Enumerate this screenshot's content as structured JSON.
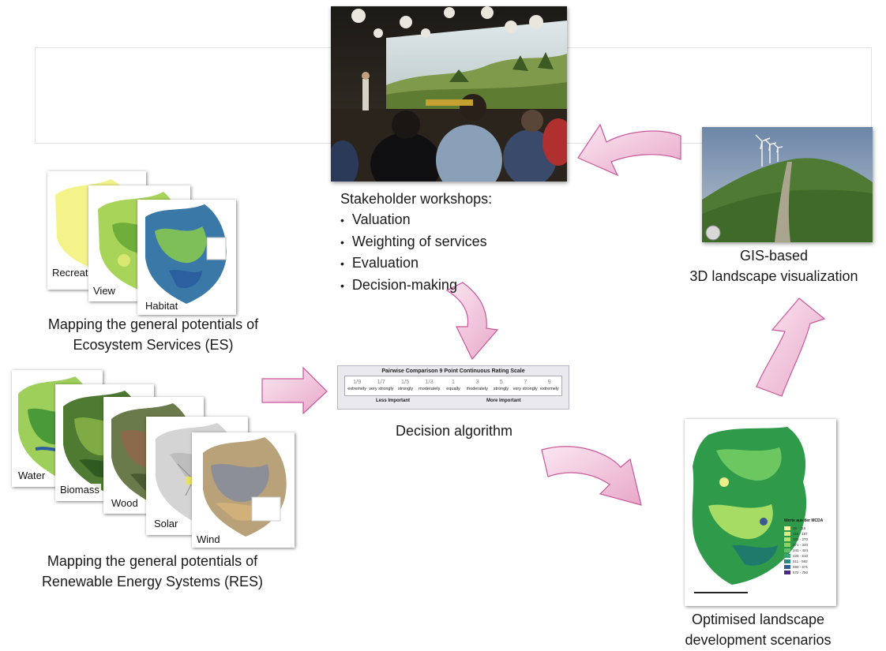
{
  "workshops": {
    "title": "Stakeholder workshops:",
    "bullets": [
      "Valuation",
      "Weighting of services",
      "Evaluation",
      "Decision-making"
    ]
  },
  "visualization": {
    "line1": "GIS-based",
    "line2": "3D landscape visualization"
  },
  "es": {
    "cards": [
      "Recreat",
      "View",
      "Habitat"
    ],
    "caption_line1": "Mapping the general potentials of",
    "caption_line2": "Ecosystem Services (ES)"
  },
  "res": {
    "cards": [
      "Water",
      "Biomass",
      "Wood",
      "Solar",
      "Wind"
    ],
    "caption_line1": "Mapping the general potentials of",
    "caption_line2": "Renewable Energy Systems (RES)"
  },
  "algorithm": {
    "caption": "Decision algorithm",
    "widget_title": "Pairwise Comparison 9 Point Continuous Rating Scale",
    "numbers": [
      "1/9",
      "1/7",
      "1/5",
      "1/3",
      "1",
      "3",
      "5",
      "7",
      "9"
    ],
    "words": [
      "extremely",
      "very strongly",
      "strongly",
      "moderately",
      "equally",
      "moderately",
      "strongly",
      "very strongly",
      "extremely"
    ],
    "less_label": "Less Important",
    "more_label": "More Important"
  },
  "scenarios": {
    "line1": "Optimised  landscape",
    "line2": "development scenarios",
    "legend_title": "Werte aus der MCDA",
    "legend_items": [
      "38 - 116",
      "116 - 187",
      "188 - 270",
      "271 - 340",
      "341 - 424",
      "425 - 510",
      "511 - 592",
      "593 - 671",
      "672 - 750"
    ],
    "legend_colors": [
      "#f6f2a2",
      "#d9ec88",
      "#b4e070",
      "#8dd267",
      "#5fbe6e",
      "#3aa47b",
      "#2d8a86",
      "#2f5f8e",
      "#4b2a86"
    ]
  },
  "colors": {
    "arrow_fill": "#f3c6dd",
    "arrow_stroke": "#c9579a"
  }
}
